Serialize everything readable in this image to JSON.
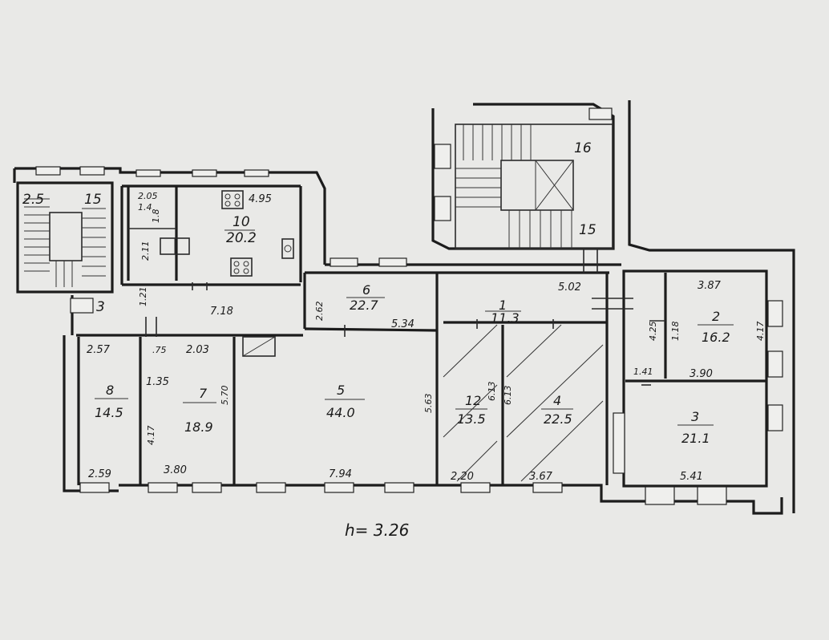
{
  "height_note": "h= 3.26",
  "stair_left": {
    "a": "2.5",
    "b": "15"
  },
  "stair_main": {
    "num_top": "16",
    "num_bottom": "15"
  },
  "kitchen": {
    "num": "10",
    "area": "20.2",
    "dim_top": "4.95"
  },
  "wc": {
    "a": "2.05",
    "b": "1.4",
    "c": "1.8",
    "d": "2.11"
  },
  "corridor": {
    "dim": "7.18",
    "side": "1.21"
  },
  "small_left": {
    "val": "3"
  },
  "room6": {
    "num": "6",
    "area": "22.7",
    "dim_side": "2.62",
    "dim_bottom": "5.34"
  },
  "room1": {
    "num": "1",
    "area": "11.3",
    "dim": "5.02"
  },
  "room2": {
    "num": "2",
    "area": "16.2",
    "dim_top": "3.87",
    "dim_left": "4.25",
    "dim_inner": "1.18",
    "dim_right": "4.17",
    "dim_bottom": "3.90"
  },
  "room3": {
    "num": "3",
    "area": "21.1",
    "dim_top": "1.41",
    "dim_bottom": "5.41"
  },
  "room8": {
    "num": "8",
    "area": "14.5",
    "dim_top": "2.57",
    "dim_side": "4.17",
    "dim_bottom": "2.59"
  },
  "room7": {
    "num": "7",
    "area": "18.9",
    "dim_top": "2.03",
    "dim_mid": "1.35",
    "dim_side": "5.70",
    "dim_bottom": "3.80",
    "dim_small": ".75"
  },
  "room5": {
    "num": "5",
    "area": "44.0",
    "dim_side": "5.63",
    "dim_bottom": "7.94"
  },
  "room12": {
    "num": "12",
    "area": "13.5",
    "dim_side": "6.13",
    "dim_bottom": "2.20"
  },
  "room4": {
    "num": "4",
    "area": "22.5",
    "dim_side": "6.13",
    "dim_bottom": "3.67"
  }
}
